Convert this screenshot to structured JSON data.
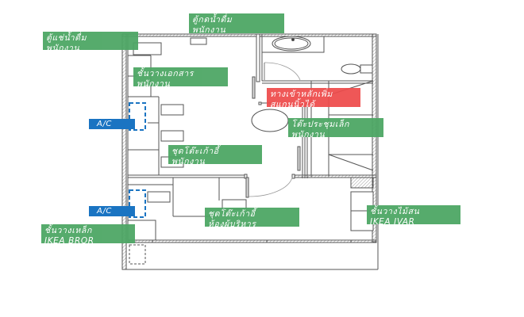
{
  "colors": {
    "label_green": "#4ea765",
    "label_red": "#ee4b4b",
    "ac_blue": "#1a74c2",
    "wall": "#555555"
  },
  "labels": {
    "water_fridge": {
      "line1": "ตู้แช่น้ำดื่ม",
      "line2": "พนักงาน"
    },
    "water_dispenser": {
      "line1": "ตู้กดน้ำดื่ม",
      "line2": "พนักงาน"
    },
    "document_shelf": {
      "line1": "ชั้นวางเอกสาร",
      "line2": "พนักงาน"
    },
    "main_entrance": {
      "line1": "ทางเข้าหลักเพิ่ม",
      "line2": "สแกนนิ้วได้"
    },
    "meeting_table": {
      "line1": "โต๊ะประชุมเล็ก",
      "line2": "พนักงาน"
    },
    "staff_desks": {
      "line1": "ชุดโต๊ะเก้าอี้",
      "line2": "พนักงาน"
    },
    "exec_desks": {
      "line1": "ชุดโต๊ะเก้าอี้",
      "line2": "ห้องผู้บริหาร"
    },
    "steel_shelf": {
      "line1": "ชั้นวางเหล็ก",
      "line2": "IKEA BROR"
    },
    "wood_shelf": {
      "line1": "ชั้นวางไม้สน",
      "line2": "IKEA IVAR"
    },
    "ac_upper": "A/C",
    "ac_lower": "A/C"
  }
}
